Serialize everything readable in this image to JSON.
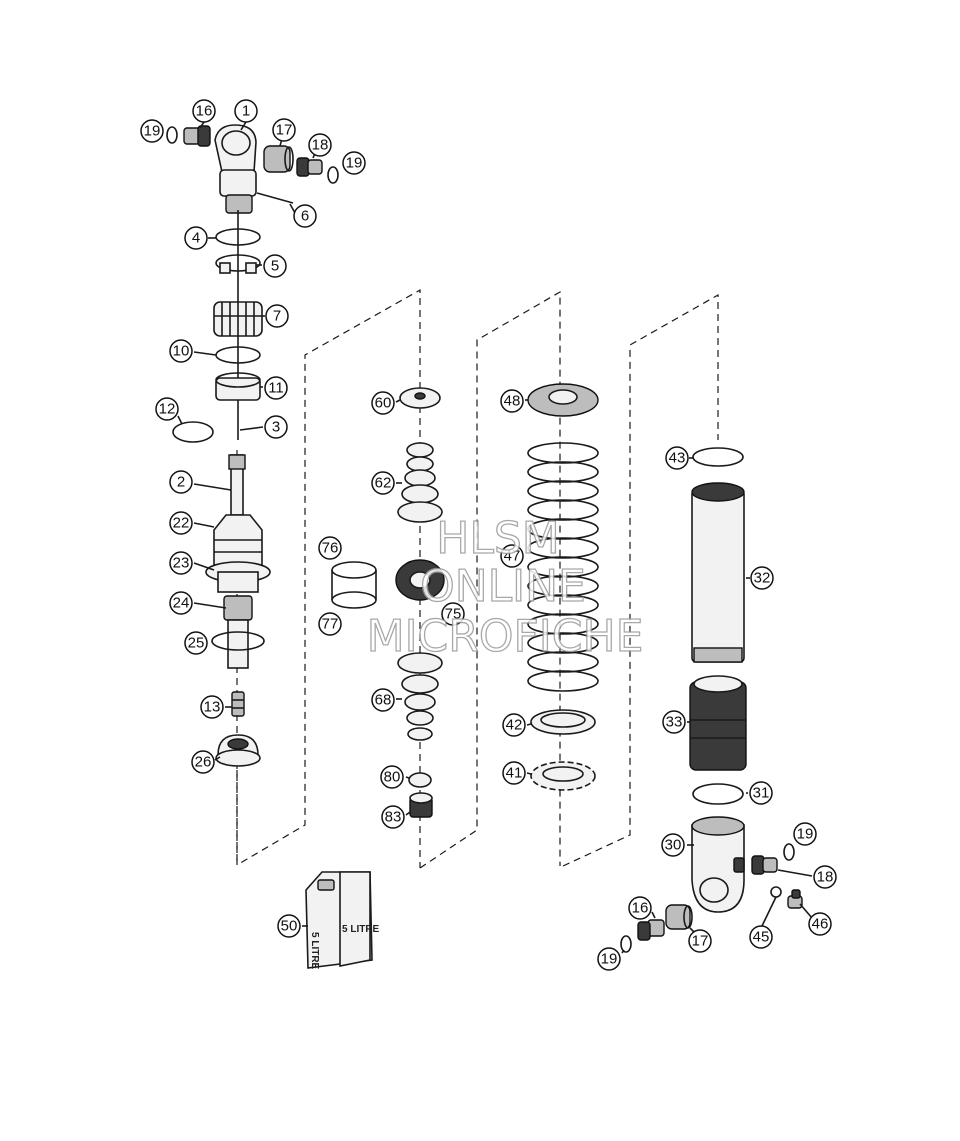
{
  "parts": {
    "p1": "1",
    "p2": "2",
    "p3": "3",
    "p4": "4",
    "p5": "5",
    "p6": "6",
    "p7": "7",
    "p10": "10",
    "p11": "11",
    "p12": "12",
    "p13": "13",
    "p16a": "16",
    "p17a": "17",
    "p18a": "18",
    "p19a": "19",
    "p19b": "19",
    "p22": "22",
    "p23": "23",
    "p24": "24",
    "p25": "25",
    "p26": "26",
    "p30": "30",
    "p31": "31",
    "p32": "32",
    "p33": "33",
    "p41": "41",
    "p42": "42",
    "p43": "43",
    "p45": "45",
    "p46": "46",
    "p47": "47",
    "p48": "48",
    "p50": "50",
    "p60": "60",
    "p62": "62",
    "p68": "68",
    "p75": "75",
    "p76": "76",
    "p77": "77",
    "p80": "80",
    "p83": "83",
    "p16b": "16",
    "p17b": "17",
    "p18b": "18",
    "p19c": "19",
    "p19d": "19"
  },
  "can_label": "5 LITRE",
  "can_label_small": "5 LITRE",
  "watermark": {
    "line1": "HLSM",
    "line2": "ONLINE",
    "line3": "MICROFICHE"
  }
}
